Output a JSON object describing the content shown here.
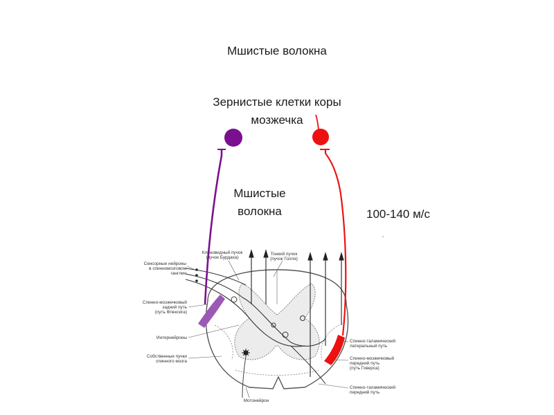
{
  "slide": {
    "title_top": "Мшистые волокна",
    "title_granule_line1": "Зернистые клетки коры",
    "title_granule_line2": "мозжечка",
    "label_mid_line1": "Мшистые",
    "label_mid_line2": "волокна",
    "speed_label": "100-140 м/с"
  },
  "figure": {
    "labels": {
      "cuneate_1": "Клиновидный пучок",
      "cuneate_2": "(пучок Бурдаха)",
      "gracile_1": "Тонкий пучок",
      "gracile_2": "(пучок Голля)",
      "sensory_1": "Сенсорные нейроны",
      "sensory_2": "в спинномозговом",
      "sensory_3": "ганглии",
      "dorsal_sc_1": "Спинно-мозжечковый",
      "dorsal_sc_2": "задний путь",
      "dorsal_sc_3": "(путь Флексига)",
      "interneurons": "Интернейроны",
      "proper_1": "Собственные пучки",
      "proper_2": "спинного мозга",
      "motoneuron": "Мотонейрон",
      "lateral_st_1": "Спинно-таламический",
      "lateral_st_2": "латеральный путь",
      "ventral_sc_1": "Спинно-мозжечковый",
      "ventral_sc_2": "передний путь",
      "ventral_sc_3": "(путь Говерса)",
      "anterior_st_1": "Спинно-таламический",
      "anterior_st_2": "передний путь"
    },
    "colors": {
      "purple": "#7a0f8f",
      "purple_band": "#9b59b6",
      "red": "#ee1111",
      "line": "#444444"
    }
  }
}
